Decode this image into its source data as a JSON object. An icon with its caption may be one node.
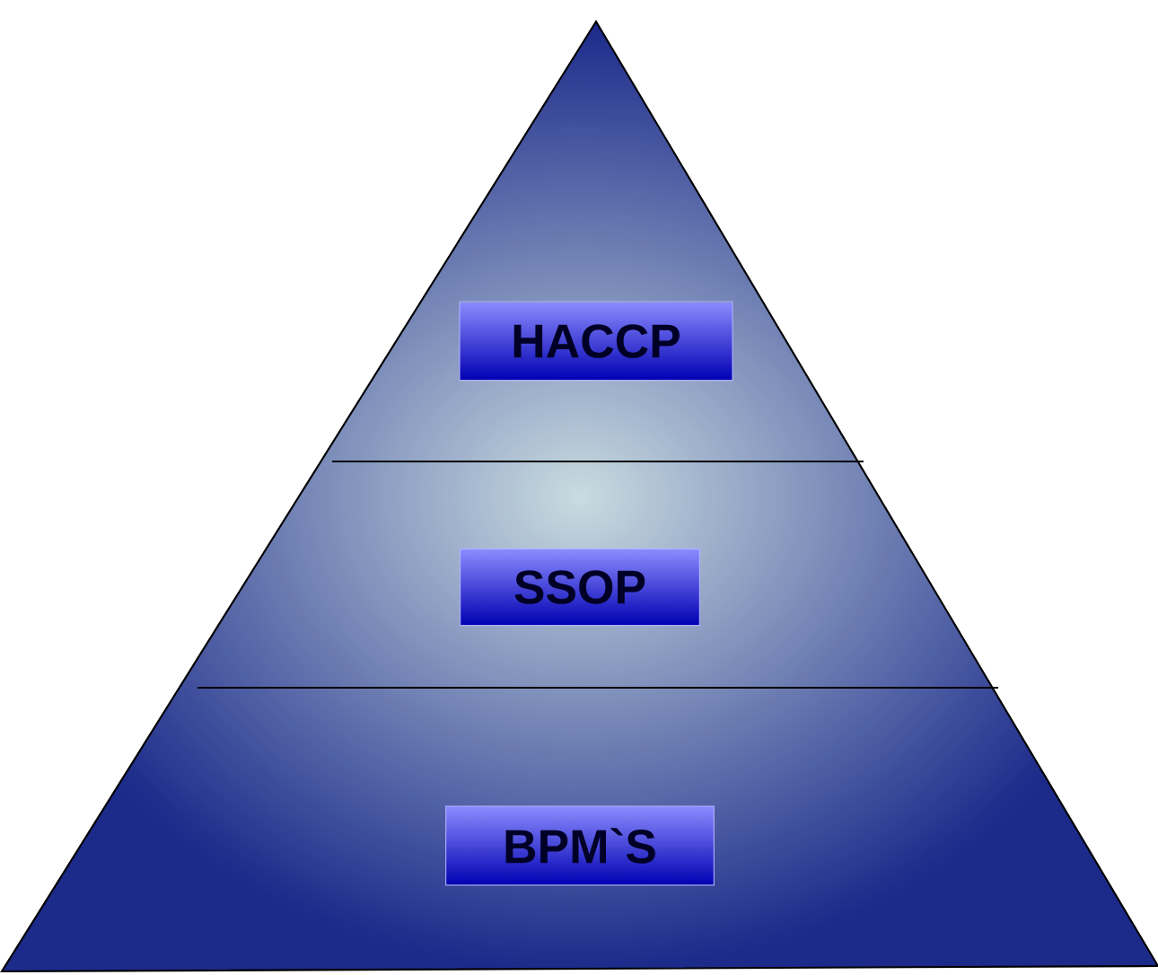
{
  "diagram": {
    "nodes": [
      {
        "text": [
          "HACCP"
        ]
      },
      {
        "text": [
          "SSOP"
        ]
      },
      {
        "text": [
          "BPM`S"
        ]
      }
    ]
  }
}
